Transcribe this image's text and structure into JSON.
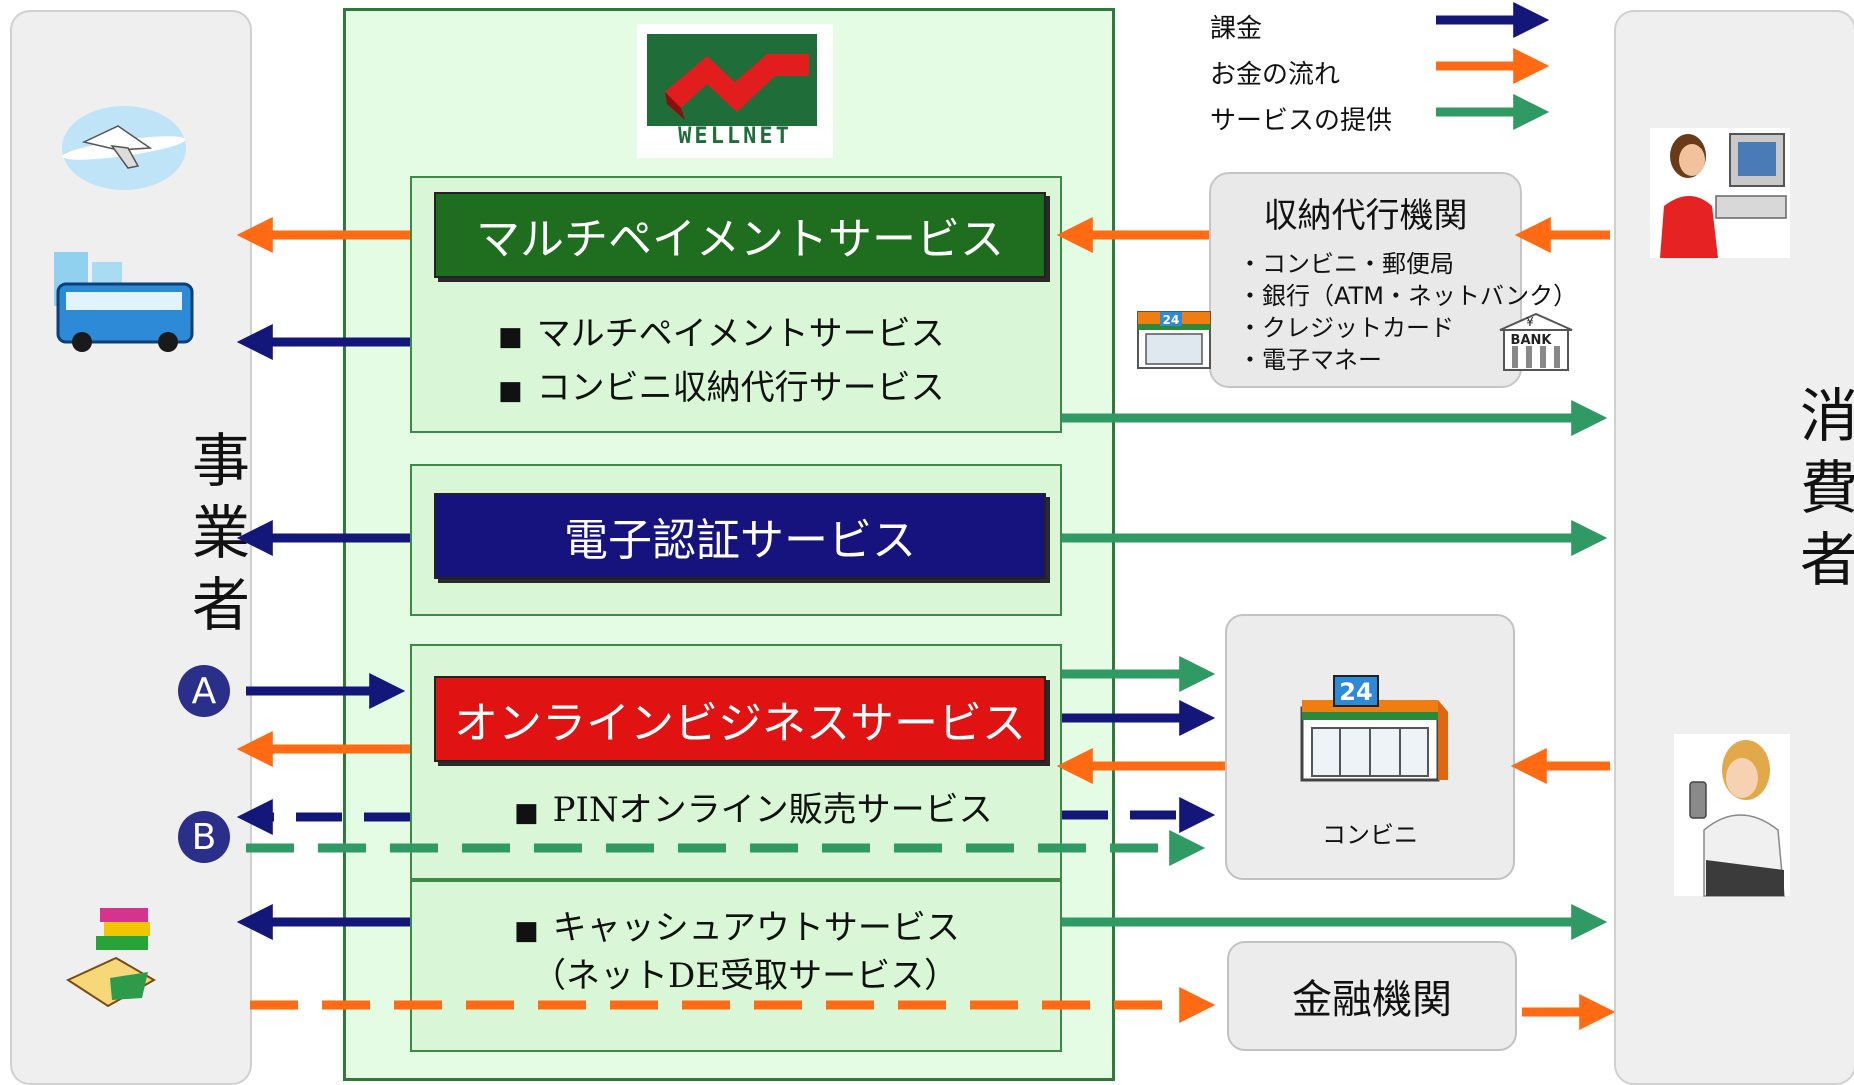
{
  "legend": {
    "billing": "課金",
    "money_flow": "お金の流れ",
    "service_provision": "サービスの提供"
  },
  "business_label": "事業者",
  "consumer_label": "消費者",
  "logo_text": "WELLNET",
  "services": {
    "multipayment": {
      "title": "マルチペイメントサービス",
      "items": [
        "マルチペイメントサービス",
        "コンビニ収納代行サービス"
      ]
    },
    "e_auth": {
      "title": "電子認証サービス"
    },
    "online_business": {
      "title": "オンラインビジネスサービス",
      "items": [
        "PINオンライン販売サービス"
      ]
    },
    "cashout": {
      "items": [
        "キャッシュアウトサービス"
      ],
      "subtitle": "（ネットDE受取サービス）"
    }
  },
  "agency": {
    "title": "収納代行機関",
    "items": [
      "・コンビニ・郵便局",
      "・銀行（ATM・ネットバンク）",
      "・クレジットカード",
      "・電子マネー"
    ]
  },
  "convenience_store": "コンビニ",
  "financial_institution": "金融機関",
  "badges": [
    "A",
    "B"
  ],
  "store_sign": "24",
  "bank_sign": "BANK",
  "yen_sign": "¥",
  "colors": {
    "billing": "#14177a",
    "money": "#ff6a12",
    "service": "#2f9a63",
    "multipayment_title": "#1f6e1f",
    "e_auth_title": "#16127e",
    "online_business_title": "#e11212"
  },
  "icons": [
    "airplane-icon",
    "bus-icon",
    "books-icon",
    "woman-computer-icon",
    "woman-phone-icon",
    "convenience-store-icon",
    "bank-icon"
  ]
}
